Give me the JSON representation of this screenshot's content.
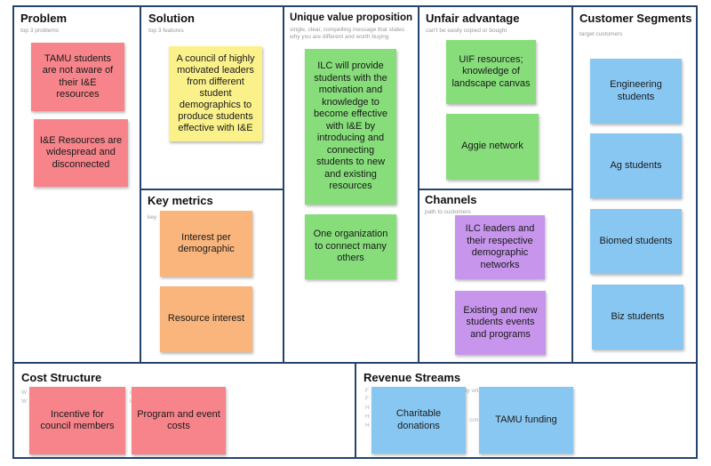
{
  "sections": {
    "problem": {
      "title": "Problem",
      "subtitle": "top 3 problems"
    },
    "solution": {
      "title": "Solution",
      "subtitle": "top 3 features"
    },
    "uvp": {
      "title": "Unique value proposition",
      "subtitle": [
        "single, clear, compelling message that states",
        "why you are different and worth buying"
      ]
    },
    "unfair": {
      "title": "Unfair advantage",
      "subtitle": "can't be easily copied or bought"
    },
    "segments": {
      "title": "Customer Segments",
      "subtitle": "target customers"
    },
    "metrics": {
      "title": "Key metrics",
      "subtitle": "key"
    },
    "channels": {
      "title": "Channels",
      "subtitle": "path to customers"
    },
    "cost": {
      "title": "Cost Structure"
    },
    "revenue": {
      "title": "Revenue Streams"
    }
  },
  "notes": {
    "problem": [
      "TAMU students are not aware of their I&E resources",
      "I&E Resources are widespread and disconnected"
    ],
    "solution": [
      "A council of highly motivated leaders from different student demographics to produce students effective with I&E"
    ],
    "uvp": [
      "ILC will provide students with the motivation and knowledge to become effective with I&E by introducing and connecting students to new and existing resources",
      "One organization to connect many others"
    ],
    "unfair": [
      "UIF resources; knowledge of landscape canvas",
      "Aggie network"
    ],
    "segments": [
      "Engineering students",
      "Ag students",
      "Biomed students",
      "Biz students"
    ],
    "metrics": [
      "Interest per demographic",
      "Resource interest"
    ],
    "channels": [
      "ILC leaders and their respective demographic networks",
      "Existing and new students events and programs"
    ],
    "cost": [
      "Incentive for council members",
      "Program and event costs"
    ],
    "revenue": [
      "Charitable donations",
      "TAMU funding"
    ]
  },
  "colors": {
    "frame": "#24446b",
    "pink": "#f6848a",
    "yellow": "#fbf18b",
    "green": "#86dd7a",
    "orange": "#f9b57c",
    "purple": "#c795ec",
    "blue": "#89c7f3"
  }
}
